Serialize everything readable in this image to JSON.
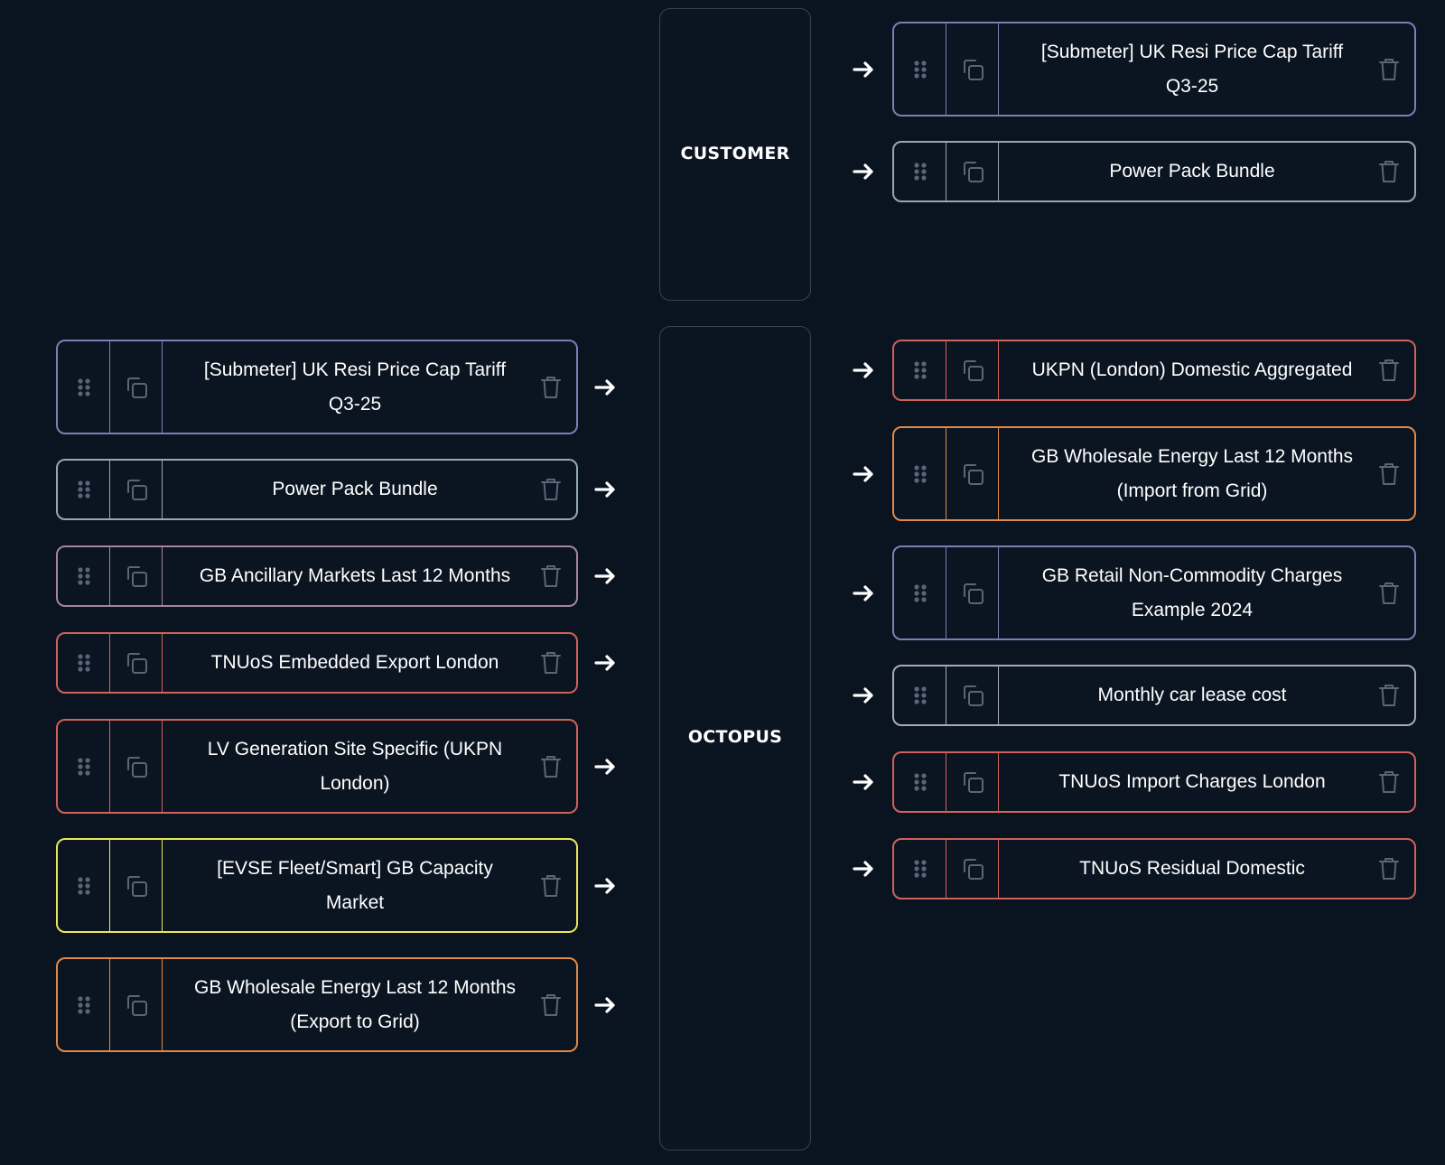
{
  "entities": {
    "customer": "CUSTOMER",
    "octopus": "OCTOPUS"
  },
  "customer_tariffs": [
    {
      "label": "[Submeter] UK Resi Price Cap Tariff Q3-25",
      "color": "#7782b4"
    },
    {
      "label": "Power Pack Bundle",
      "color": "#93aab0"
    }
  ],
  "octopus_inputs": [
    {
      "label": "[Submeter] UK Resi Price Cap Tariff Q3-25",
      "color": "#7782b4"
    },
    {
      "label": "Power Pack Bundle",
      "color": "#93aab0"
    },
    {
      "label": "GB Ancillary Markets Last 12 Months",
      "color": "#a8849e"
    },
    {
      "label": "TNUoS Embedded Export London",
      "color": "#d0625a"
    },
    {
      "label": "LV Generation Site Specific (UKPN London)",
      "color": "#d0625a"
    },
    {
      "label": "[EVSE Fleet/Smart] GB Capacity Market",
      "color": "#e9e65a"
    },
    {
      "label": "GB Wholesale Energy Last 12 Months (Export to Grid)",
      "color": "#e08a48"
    }
  ],
  "octopus_outputs": [
    {
      "label": "UKPN (London) Domestic Aggregated",
      "color": "#d0625a"
    },
    {
      "label": "GB Wholesale Energy Last 12 Months (Import from Grid)",
      "color": "#e08a48"
    },
    {
      "label": "GB Retail Non-Commodity Charges Example 2024",
      "color": "#7782b4"
    },
    {
      "label": "Monthly car lease cost",
      "color": "#a7acb3"
    },
    {
      "label": "TNUoS Import Charges London",
      "color": "#d0625a"
    },
    {
      "label": "TNUoS Residual Domestic",
      "color": "#d0625a"
    }
  ],
  "icons": {
    "drag": "drag-handle-icon",
    "copy": "copy-icon",
    "delete": "trash-icon",
    "arrow": "arrow-right-icon"
  }
}
